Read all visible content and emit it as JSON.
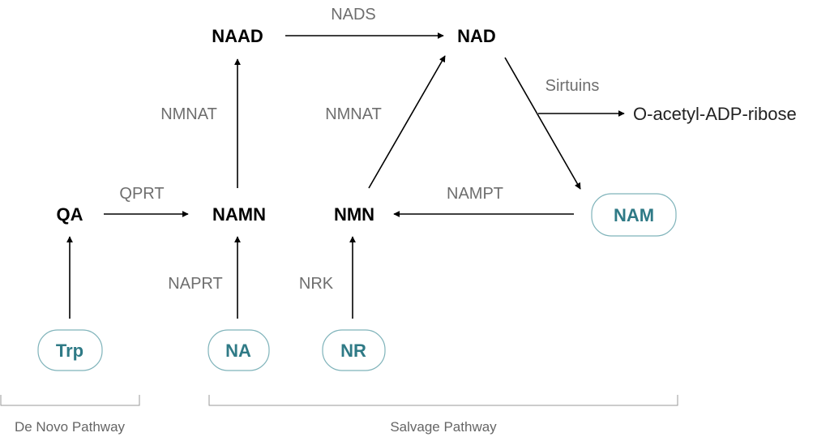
{
  "colors": {
    "precursor": "#2f7a86",
    "precursor_border": "#7fb3ba",
    "node": "#000000",
    "enzyme": "#6e6e6e",
    "bracket": "#9a9a9a"
  },
  "nodes": {
    "naad": "NAAD",
    "nad": "NAD",
    "qa": "QA",
    "namn": "NAMN",
    "nmn": "NMN"
  },
  "precursors": {
    "nam": "NAM",
    "trp": "Trp",
    "na": "NA",
    "nr": "NR"
  },
  "enzymes": {
    "nads": "NADS",
    "nmnat_left": "NMNAT",
    "nmnat_right": "NMNAT",
    "sirtuins": "Sirtuins",
    "qprt": "QPRT",
    "nampt": "NAMPT",
    "naprt": "NAPRT",
    "nrk": "NRK"
  },
  "products": {
    "oadpr": "O-acetyl-ADP-ribose"
  },
  "pathways": {
    "de_novo": "De Novo Pathway",
    "salvage": "Salvage Pathway"
  }
}
